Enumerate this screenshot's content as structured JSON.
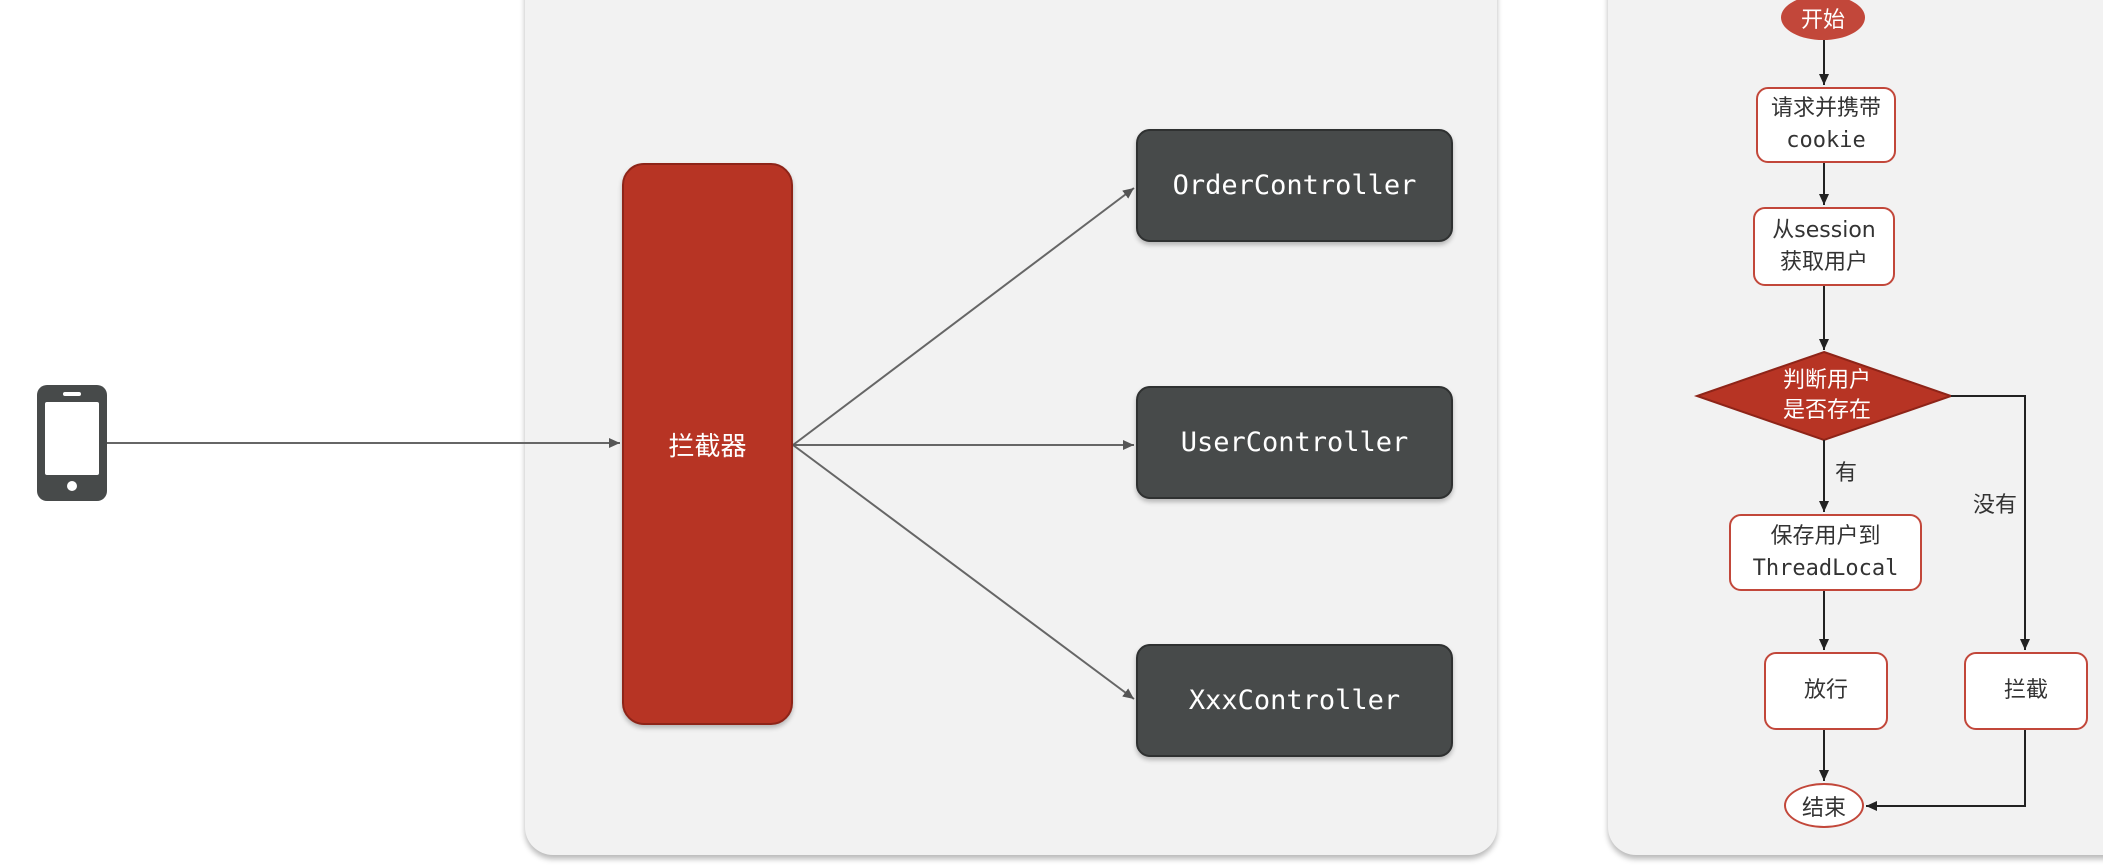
{
  "architecture": {
    "interceptor_label": "拦截器",
    "controllers": [
      "OrderController",
      "UserController",
      "XxxController"
    ]
  },
  "flowchart": {
    "start": "开始",
    "request": [
      "请求并携带",
      "cookie"
    ],
    "session": [
      "从session",
      "获取用户"
    ],
    "decision": [
      "判断用户",
      "是否存在"
    ],
    "yes_label": "有",
    "no_label": "没有",
    "save": [
      "保存用户到",
      "ThreadLocal"
    ],
    "release": "放行",
    "block": "拦截",
    "end": "结束"
  },
  "colors": {
    "accent_red": "#b73424",
    "flow_red": "#c2473a",
    "controller_gray": "#474a4a",
    "panel_bg": "#f2f2f2"
  },
  "icons": [
    "smartphone-icon"
  ]
}
